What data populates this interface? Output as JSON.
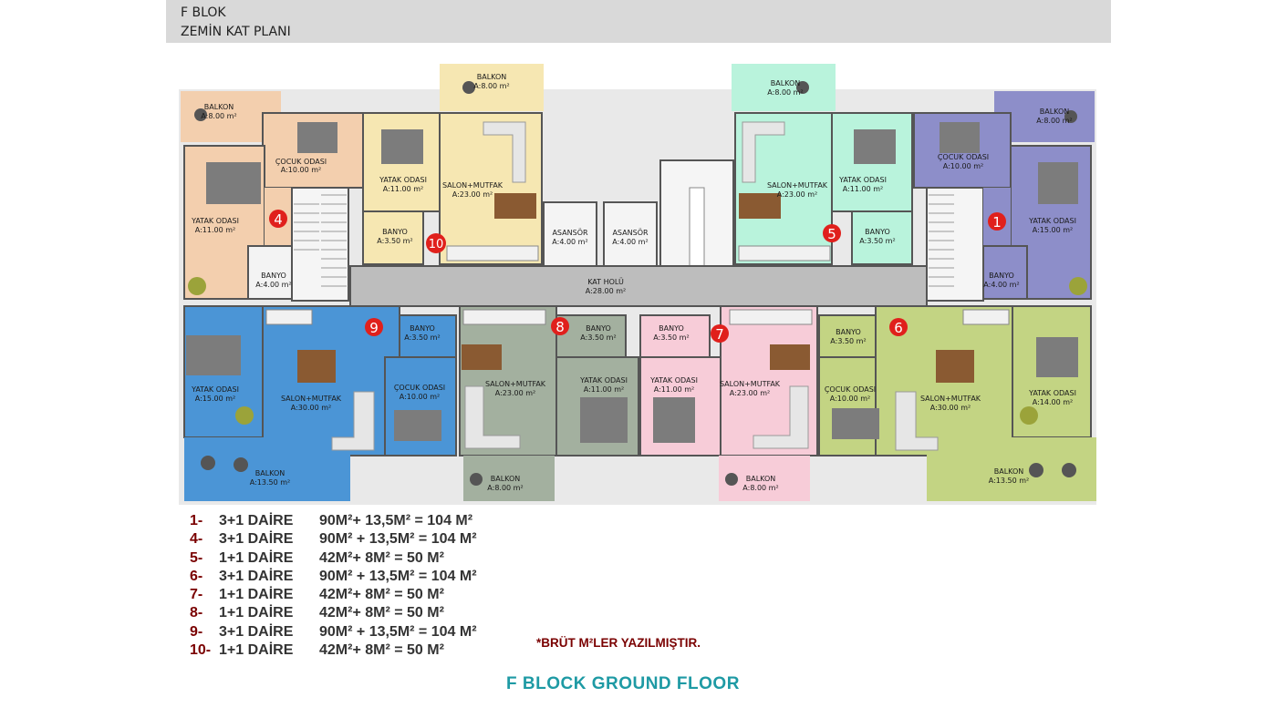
{
  "header": {
    "line1": "F BLOK",
    "line2": "ZEMİN KAT PLANI"
  },
  "colors": {
    "orange": "#f3cfae",
    "yellow": "#f6e7b2",
    "mint": "#b9f3dc",
    "purple": "#8d8ec9",
    "blue": "#4b95d6",
    "sage": "#a3b09f",
    "pink": "#f7ccd8",
    "lime": "#c3d483",
    "corridor": "#bdbdbd",
    "marker": "#e0201c",
    "footer": "#1e9aa4",
    "legend_number": "#7a0000"
  },
  "rooms": {
    "balkon4": {
      "name": "BALKON",
      "area": "A:8.00 m²"
    },
    "cocuk4": {
      "name": "ÇOCUK ODASI",
      "area": "A:10.00 m²"
    },
    "yatak4": {
      "name": "YATAK ODASI",
      "area": "A:11.00 m²"
    },
    "banyo4": {
      "name": "BANYO",
      "area": "A:4.00 m²"
    },
    "balkon10": {
      "name": "BALKON",
      "area": "A:8.00 m²"
    },
    "yatak10": {
      "name": "YATAK ODASI",
      "area": "A:11.00 m²"
    },
    "salon10": {
      "name": "SALON+MUTFAK",
      "area": "A:23.00 m²"
    },
    "banyo10": {
      "name": "BANYO",
      "area": "A:3.50 m²"
    },
    "asansor1": {
      "name": "ASANSÖR",
      "area": "A:4.00 m²"
    },
    "asansor2": {
      "name": "ASANSÖR",
      "area": "A:4.00 m²"
    },
    "kathol": {
      "name": "KAT HOLÜ",
      "area": "A:28.00 m²"
    },
    "balkon5": {
      "name": "BALKON",
      "area": "A:8.00 m²"
    },
    "salon5": {
      "name": "SALON+MUTFAK",
      "area": "A:23.00 m²"
    },
    "yatak5": {
      "name": "YATAK ODASI",
      "area": "A:11.00 m²"
    },
    "banyo5": {
      "name": "BANYO",
      "area": "A:3.50 m²"
    },
    "balkon1": {
      "name": "BALKON",
      "area": "A:8.00 m²"
    },
    "cocuk1": {
      "name": "ÇOCUK ODASI",
      "area": "A:10.00 m²"
    },
    "yatak1": {
      "name": "YATAK ODASI",
      "area": "A:15.00 m²"
    },
    "banyo1": {
      "name": "BANYO",
      "area": "A:4.00 m²"
    },
    "yatak9": {
      "name": "YATAK ODASI",
      "area": "A:15.00 m²"
    },
    "salon9": {
      "name": "SALON+MUTFAK",
      "area": "A:30.00 m²"
    },
    "banyo9": {
      "name": "BANYO",
      "area": "A:3.50 m²"
    },
    "cocuk9": {
      "name": "ÇOCUK ODASI",
      "area": "A:10.00 m²"
    },
    "balkon9": {
      "name": "BALKON",
      "area": "A:13.50 m²"
    },
    "salon8": {
      "name": "SALON+MUTFAK",
      "area": "A:23.00 m²"
    },
    "banyo8": {
      "name": "BANYO",
      "area": "A:3.50 m²"
    },
    "yatak8": {
      "name": "YATAK ODASI",
      "area": "A:11.00 m²"
    },
    "balkon8": {
      "name": "BALKON",
      "area": "A:8.00 m²"
    },
    "banyo7": {
      "name": "BANYO",
      "area": "A:3.50 m²"
    },
    "yatak7": {
      "name": "YATAK ODASI",
      "area": "A:11.00 m²"
    },
    "salon7": {
      "name": "SALON+MUTFAK",
      "area": "A:23.00 m²"
    },
    "balkon7": {
      "name": "BALKON",
      "area": "A:8.00 m²"
    },
    "banyo6": {
      "name": "BANYO",
      "area": "A:3.50 m²"
    },
    "cocuk6": {
      "name": "ÇOCUK ODASI",
      "area": "A:10.00 m²"
    },
    "salon6": {
      "name": "SALON+MUTFAK",
      "area": "A:30.00 m²"
    },
    "yatak6": {
      "name": "YATAK ODASI",
      "area": "A:14.00 m²"
    },
    "balkon6": {
      "name": "BALKON",
      "area": "A:13.50 m²"
    }
  },
  "markers": [
    "1",
    "4",
    "5",
    "6",
    "7",
    "8",
    "9",
    "10"
  ],
  "legend": [
    {
      "num": "1-",
      "type": "3+1 DAİRE",
      "area": "90M²+ 13,5M² = 104 M²"
    },
    {
      "num": "4-",
      "type": "3+1 DAİRE",
      "area": "90M² + 13,5M² = 104 M²"
    },
    {
      "num": "5-",
      "type": "1+1 DAİRE",
      "area": "42M²+ 8M² = 50 M²"
    },
    {
      "num": "6-",
      "type": "3+1 DAİRE",
      "area": "90M² + 13,5M² = 104 M²"
    },
    {
      "num": "7-",
      "type": "1+1 DAİRE",
      "area": "42M²+ 8M² = 50 M²"
    },
    {
      "num": "8-",
      "type": "1+1 DAİRE",
      "area": "42M²+ 8M² = 50 M²"
    },
    {
      "num": "9-",
      "type": "3+1 DAİRE",
      "area": "90M² + 13,5M² = 104 M²"
    },
    {
      "num": "10-",
      "type": "1+1 DAİRE",
      "area": "42M²+ 8M² = 50 M²"
    }
  ],
  "note": "*BRÜT M²LER YAZILMIŞTIR.",
  "footer": "F BLOCK GROUND FLOOR"
}
